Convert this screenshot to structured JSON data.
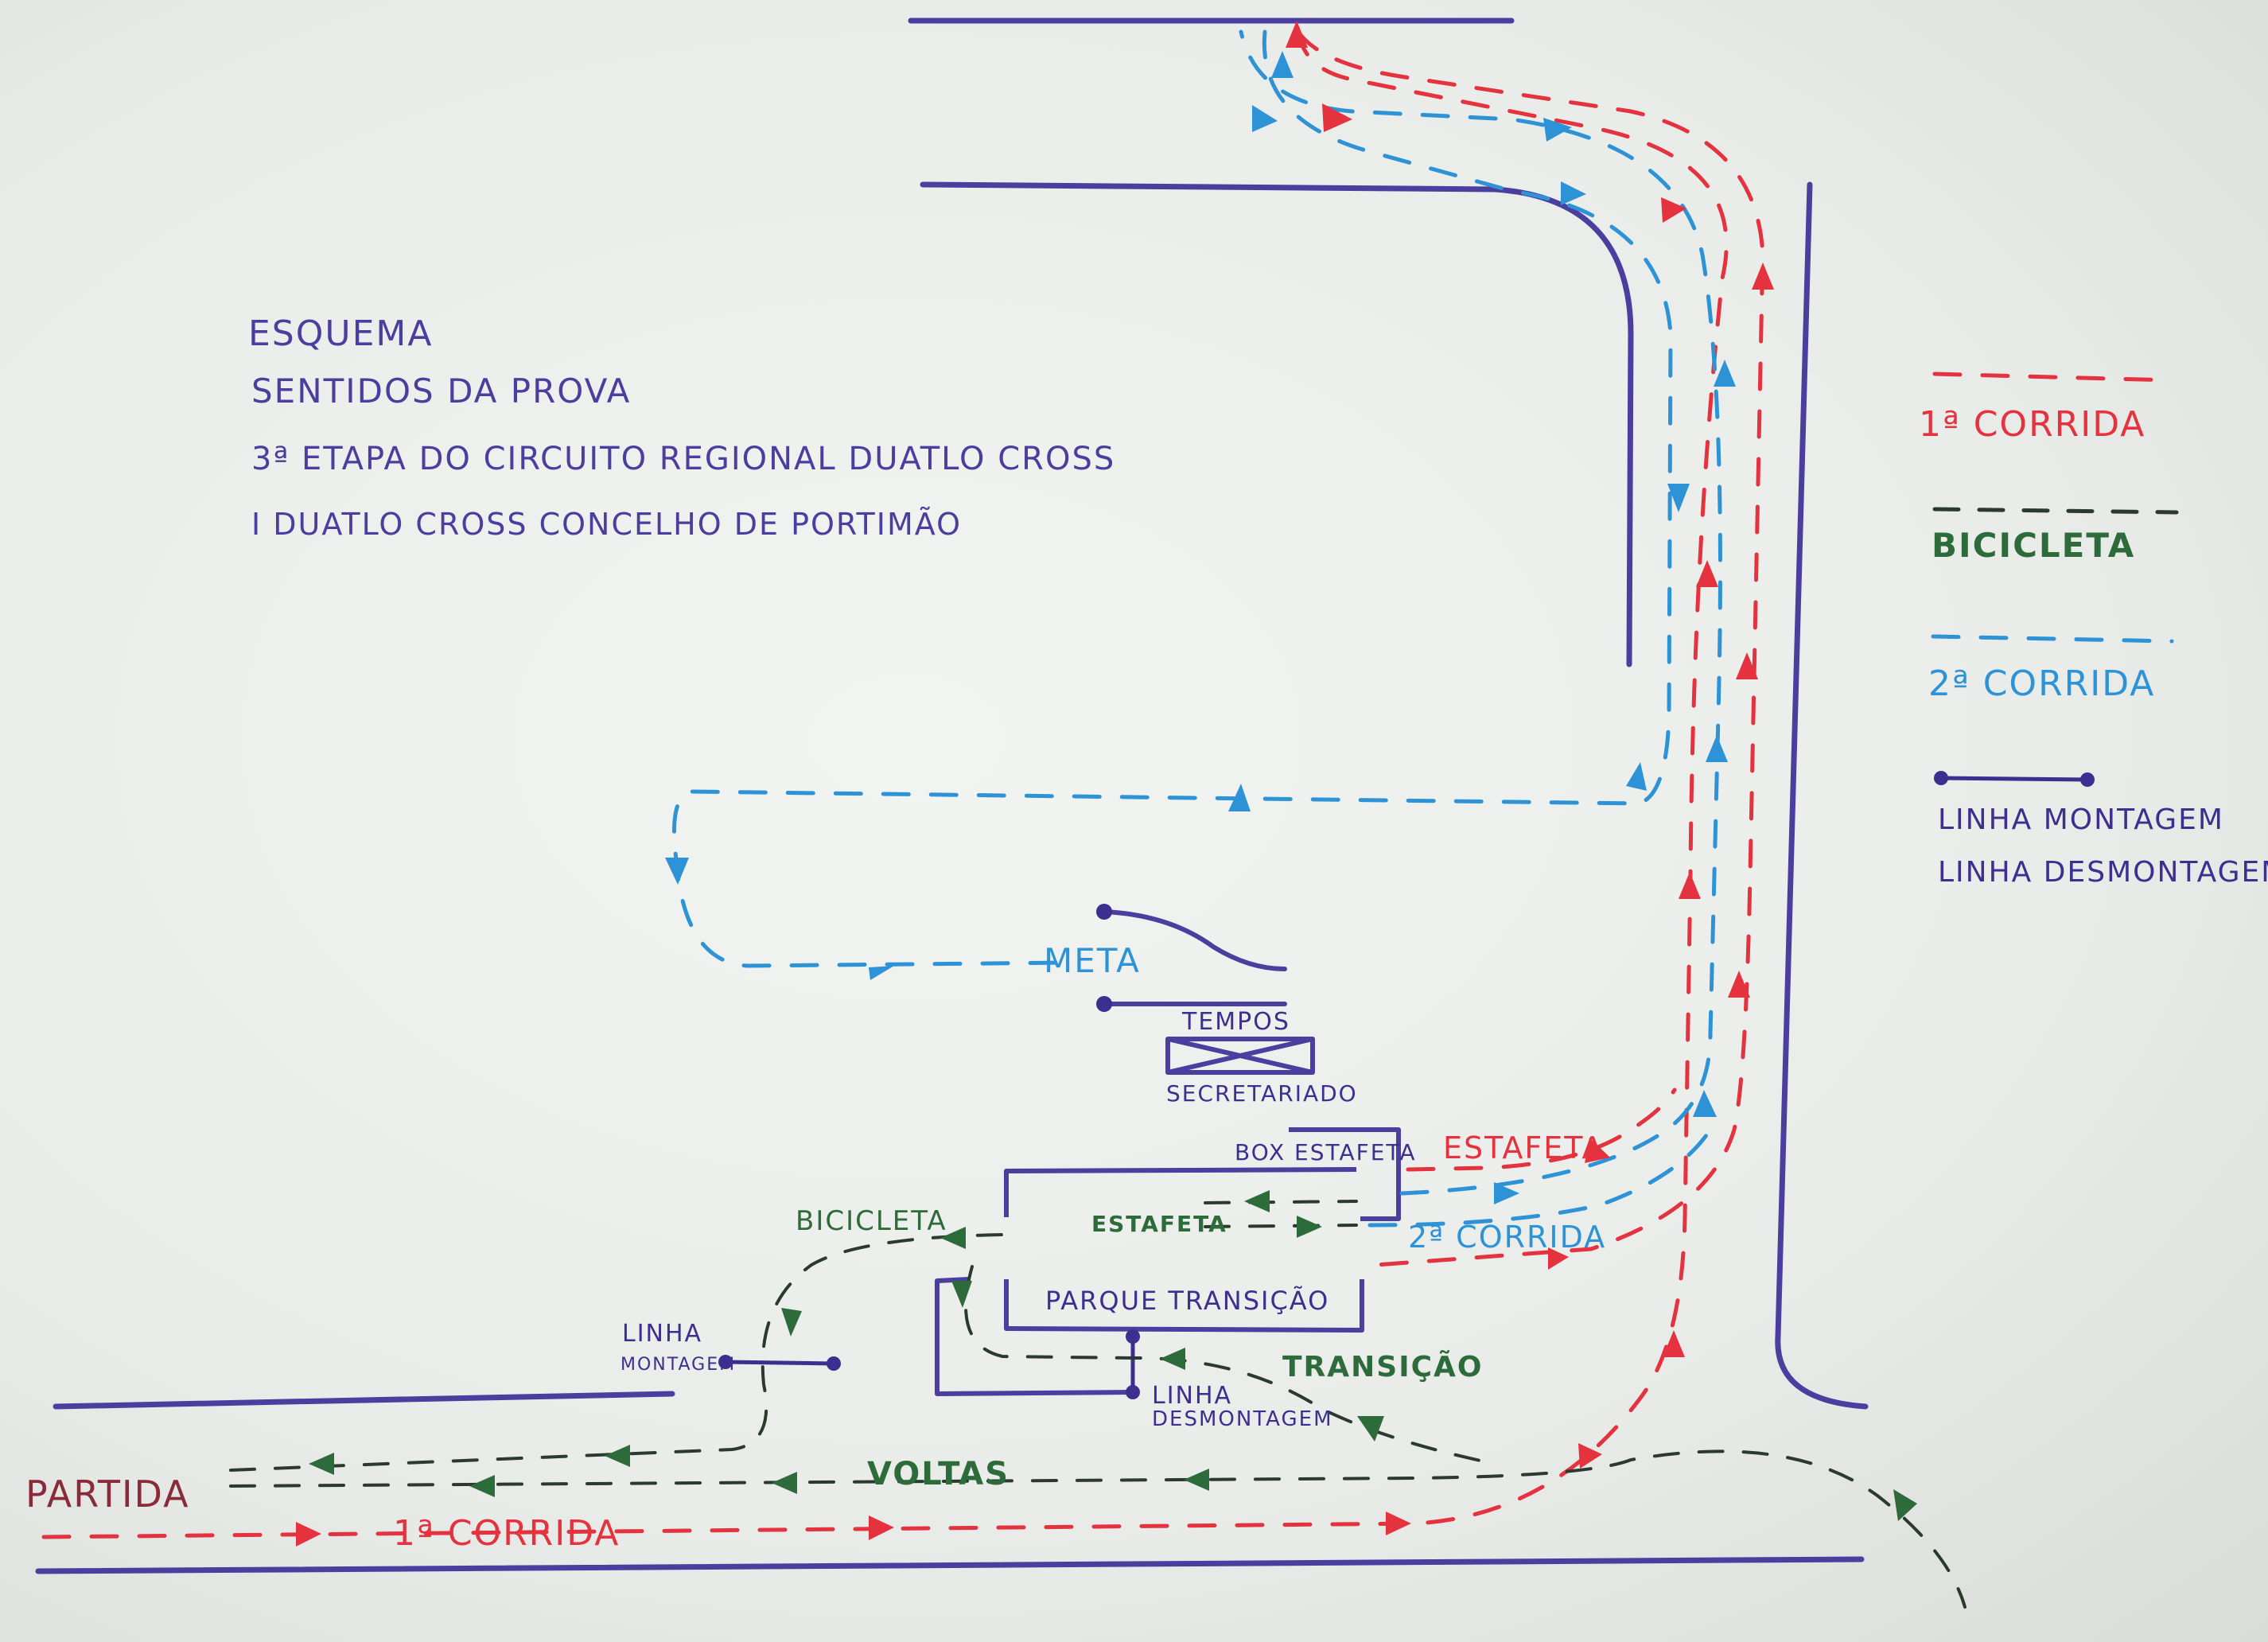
{
  "header": {
    "line1": "ESQUEMA",
    "line2": "SENTIDOS DA PROVA",
    "line3": "3ª ETAPA DO CIRCUITO REGIONAL DUATLO CROSS",
    "line4": "I DUATLO CROSS CONCELHO DE PORTIMÃO"
  },
  "legend": {
    "corrida1": "1ª CORRIDA",
    "bicicleta": "BICICLETA",
    "corrida2": "2ª CORRIDA",
    "montagem": "LINHA MONTAGEM",
    "desmontagem": "LINHA DESMONTAGEM"
  },
  "labels": {
    "meta": "META",
    "tempos": "TEMPOS",
    "secretariado": "SECRETARIADO",
    "box_estafeta": "BOX ESTAFETA",
    "estafeta_red": "ESTAFETA",
    "estafeta_inner": "ESTAFETA",
    "parque": "PARQUE TRANSIÇÃO",
    "bicicleta": "BICICLETA",
    "corrida2": "2ª CORRIDA",
    "linha_montagem_1": "LINHA",
    "linha_montagem_2": "MONTAGEM",
    "linha_desmontagem_1": "LINHA",
    "linha_desmontagem_2": "DESMONTAGEM",
    "transicao": "TRANSIÇÃO",
    "partida": "PARTIDA",
    "voltas": "VOLTAS",
    "corrida1": "1ª CORRIDA"
  },
  "colors": {
    "ink_purple": "#4a3e9e",
    "red": "#e4323e",
    "blue": "#2e93d6",
    "green": "#2e6b3a",
    "dark": "#2b3a2e"
  }
}
